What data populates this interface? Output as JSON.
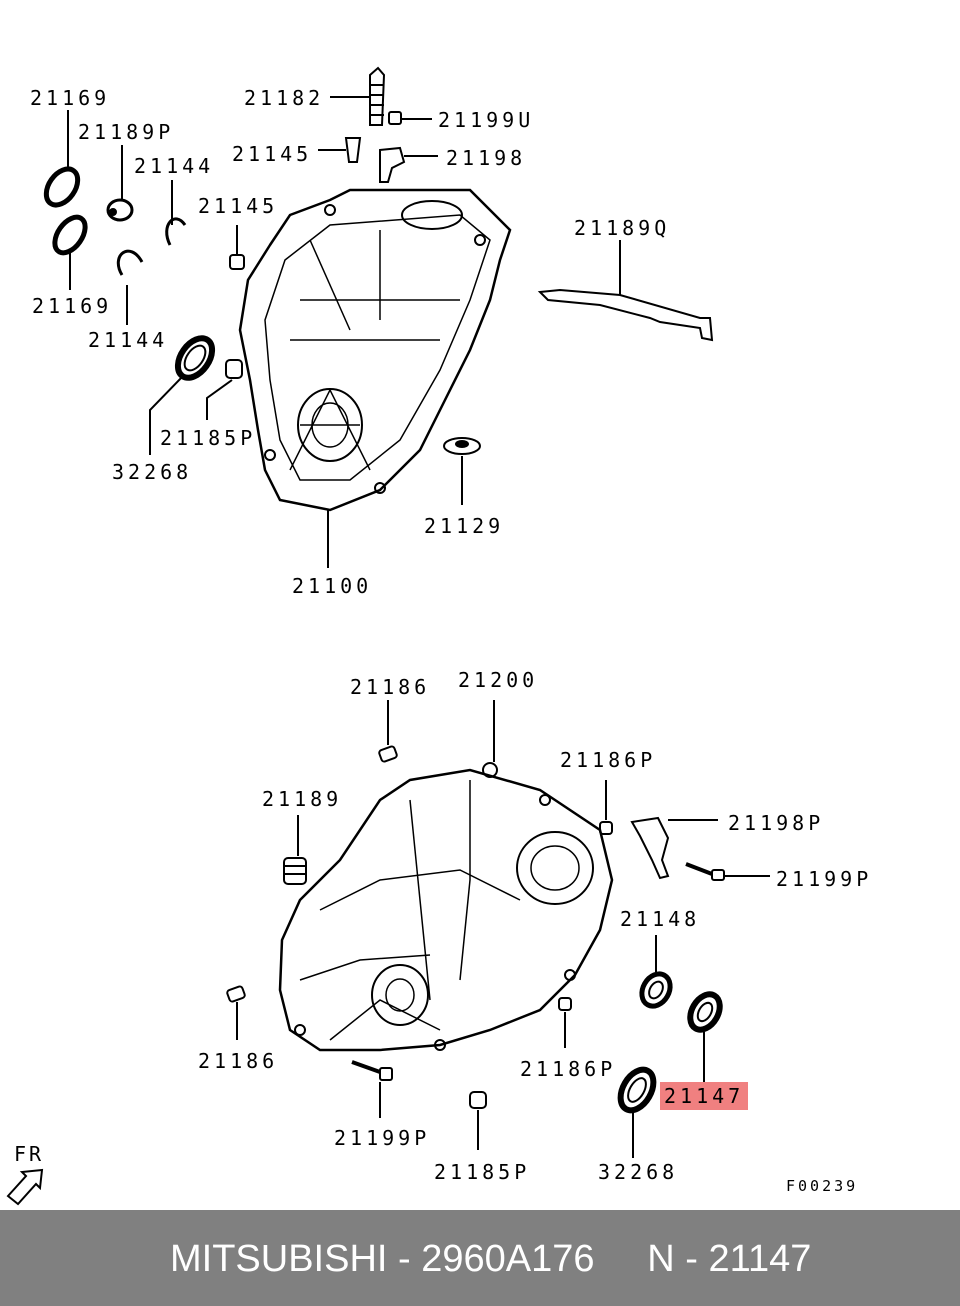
{
  "labels": {
    "l21169a": "21169",
    "l21189p": "21189P",
    "l21144a": "21144",
    "l21169b": "21169",
    "l21144b": "21144",
    "l21182": "21182",
    "l21199u": "21199U",
    "l21145a": "21145",
    "l21198": "21198",
    "l21145b": "21145",
    "l21189q": "21189Q",
    "l32268a": "32268",
    "l21185pa": "21185P",
    "l21129": "21129",
    "l21100": "21100",
    "l21186a": "21186",
    "l21200": "21200",
    "l21186pa": "21186P",
    "l21189": "21189",
    "l21198p": "21198P",
    "l21199pa": "21199P",
    "l21148": "21148",
    "l21186b": "21186",
    "l21186pb": "21186P",
    "l21147": "21147",
    "l21199pb": "21199P",
    "l21185pb": "21185P",
    "l32268b": "32268"
  },
  "figure_code": "F00239",
  "direction_label": "FR",
  "highlight_color": "#f08080",
  "footer": {
    "text": "MITSUBISHI - 2960A176     N - 21147"
  }
}
